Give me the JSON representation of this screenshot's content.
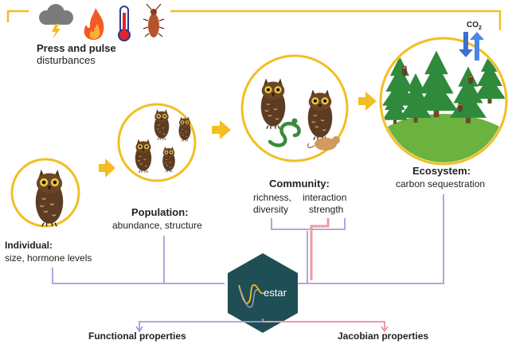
{
  "disturbances": {
    "title": "Press and pulse",
    "subtitle": "disturbances"
  },
  "individual": {
    "title": "Individual:",
    "desc": "size, hormone levels"
  },
  "population": {
    "title": "Population:",
    "desc": "abundance, structure"
  },
  "community": {
    "title": "Community:",
    "metric1_line1": "richness,",
    "metric1_line2": "diversity",
    "metric2_line1": "interaction",
    "metric2_line2": "strength"
  },
  "ecosystem": {
    "title": "Ecosystem:",
    "desc": "carbon sequestration",
    "co2_label": "CO",
    "co2_sub": "2"
  },
  "estar": {
    "label": "estar"
  },
  "outputs": {
    "functional": "Functional properties",
    "jacobian": "Jacobian properties"
  },
  "colors": {
    "gold": "#f2be22",
    "purple": "#a99bd8",
    "pink": "#ee9aa6",
    "teal": "#1f4f54",
    "forest": "#2f8a3c",
    "grass": "#6bb23f"
  },
  "icons": [
    "storm-cloud-icon",
    "fire-icon",
    "thermometer-icon",
    "insect-icon",
    "owl-icon",
    "snake-icon",
    "rodent-icon",
    "tree-icon",
    "co2-exchange-arrows-icon",
    "estar-logo-icon"
  ]
}
